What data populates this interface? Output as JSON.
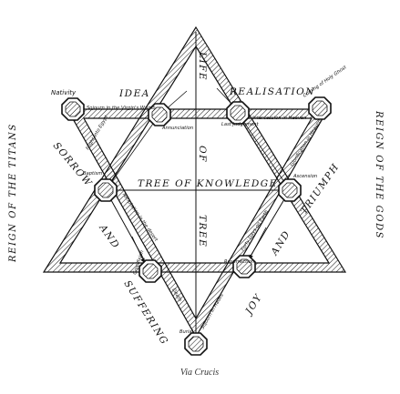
{
  "caption": "Via Crucis",
  "side_labels": {
    "left": "REIGN OF THE TITANS",
    "right": "REIGN OF THE GODS"
  },
  "major": {
    "idea": "IDEA",
    "life": "LIFE",
    "realisation": "REALISATION",
    "sorrow": "SORROW",
    "tree_of_knowledge": "TREE OF KNOWLEDGE",
    "of": "OF",
    "tree": "TREE",
    "triumph": "TRIUMPH",
    "and_left": "AND",
    "and_right": "AND",
    "suffering": "SUFFERING",
    "joy": "JOY"
  },
  "nodes": {
    "nativity": "Nativity",
    "annunciation": "Annunciation",
    "last_judgement": "Last Judgement",
    "coming_of_holy_ghost": "Coming of Holy Ghost",
    "baptism": "Baptism",
    "ascension": "Ascension",
    "crucifixion": "Crucifixion",
    "resurrection": "Resurrection",
    "burial": "Burial"
  },
  "paths": {
    "sojourn_in_virgins_womb": "Sojourn in the Virgin's Womb",
    "intercession_in_heaven": "Intercession in Heaven",
    "flight_into_egypt": "Flight into Egypt",
    "glorification_in_heaven": "Glorification in Heaven",
    "temptation_in_desert": "Temptation in the desert",
    "forty_days_on_earth": "Forty Days on Earth",
    "death": "Death",
    "sojourn_in_hades": "Sojourn in Hades"
  }
}
